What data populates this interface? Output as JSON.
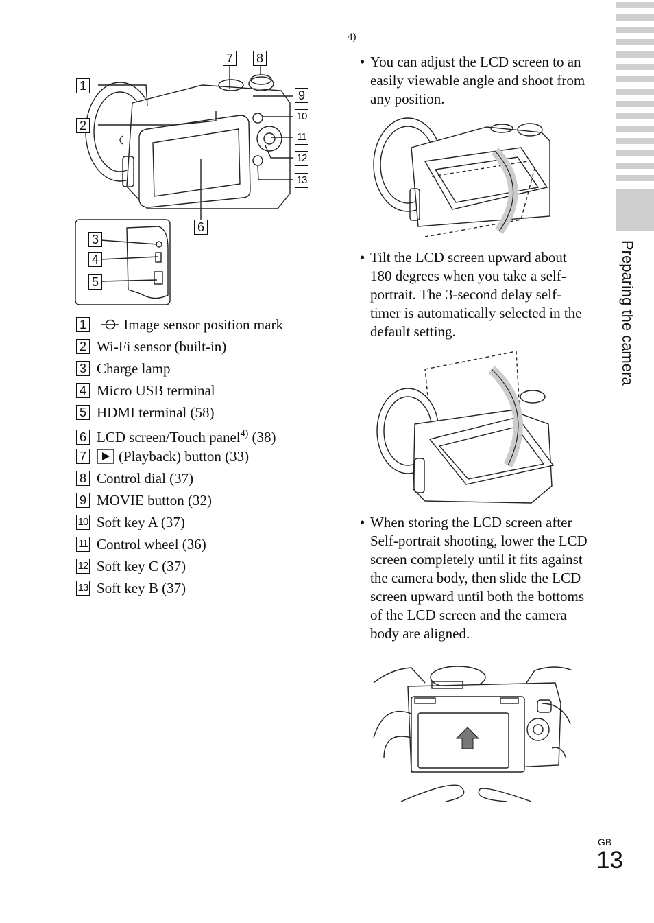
{
  "header": {
    "footnote_ref": "4)"
  },
  "legend": [
    {
      "num": "1",
      "text": "Image sensor position mark",
      "icon": "sensor-position-mark-icon"
    },
    {
      "num": "2",
      "text": "Wi-Fi sensor (built-in)"
    },
    {
      "num": "3",
      "text": "Charge lamp"
    },
    {
      "num": "4",
      "text": "Micro USB terminal"
    },
    {
      "num": "5",
      "text": "HDMI terminal (58)"
    },
    {
      "num": "6",
      "text": "LCD screen/Touch panel",
      "sup": "4)",
      "after": " (38)"
    },
    {
      "num": "7",
      "text": "(Playback) button (33)",
      "icon": "playback-icon"
    },
    {
      "num": "8",
      "text": "Control dial (37)"
    },
    {
      "num": "9",
      "text": "MOVIE button (32)"
    },
    {
      "num": "10",
      "text": "Soft key A (37)"
    },
    {
      "num": "11",
      "text": "Control wheel (36)"
    },
    {
      "num": "12",
      "text": "Soft key C (37)"
    },
    {
      "num": "13",
      "text": "Soft key B (37)"
    }
  ],
  "callouts": [
    "1",
    "2",
    "3",
    "4",
    "5",
    "6",
    "7",
    "8",
    "9",
    "10",
    "11",
    "12",
    "13"
  ],
  "bullets": [
    "You can adjust the LCD screen to an easily viewable angle and shoot from any position.",
    "Tilt the LCD screen upward about 180 degrees when you take a self-portrait. The 3-second delay self-timer is automatically selected in the default setting.",
    "When storing the LCD screen after Self-portrait shooting, lower the LCD screen completely until it fits against the camera body, then slide the LCD screen upward until both the bottoms of the LCD screen and the camera body are aligned."
  ],
  "bullet_symbol": "•",
  "sidebar": {
    "section_title": "Preparing the camera",
    "stripe_color": "#cfcfcf"
  },
  "footer": {
    "region": "GB",
    "page_number": "13"
  }
}
